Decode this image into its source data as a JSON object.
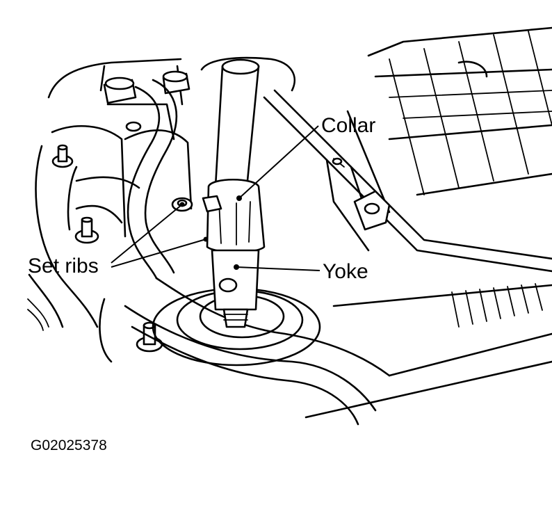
{
  "diagram": {
    "labels": {
      "collar": "Collar",
      "set_ribs": "Set ribs",
      "yoke": "Yoke"
    },
    "figure_code": "G02025378"
  }
}
